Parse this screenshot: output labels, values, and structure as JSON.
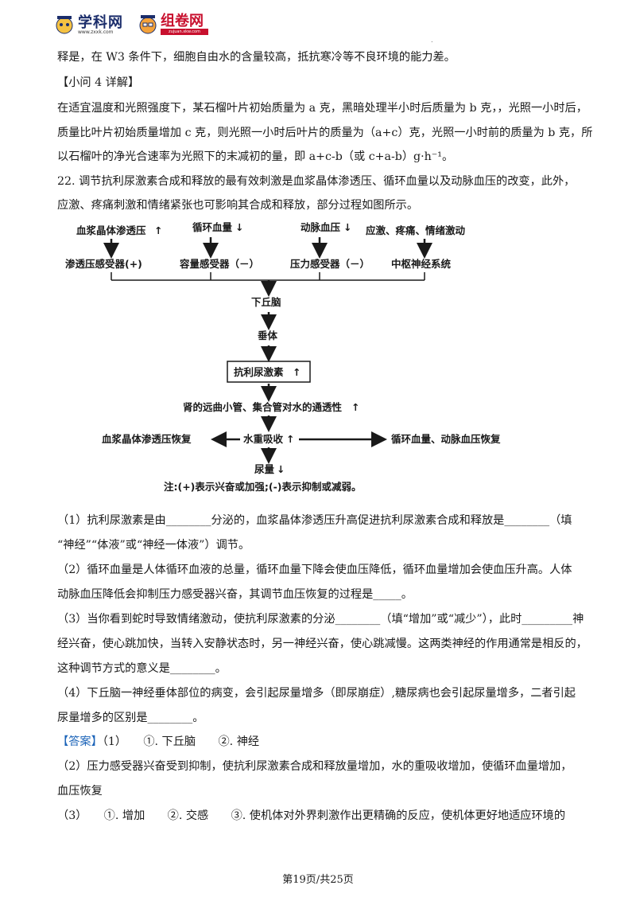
{
  "header": {
    "logo1_text": "学科网",
    "logo1_sub": "www.zxxk.com",
    "logo2_text": "组卷网",
    "logo2_sub": "zujuan.xkw.com"
  },
  "lines": {
    "l1": "释是，在 W3 条件下，细胞自由水的含量较高，抵抗寒冷等不良环境的能力差。",
    "l2": "【小问 4 详解】",
    "l3": "在适宜温度和光照强度下，某石榴叶片初始质量为 a 克，黑暗处理半小时后质量为 b 克，，光照一小时后，",
    "l4": "质量比叶片初始质量增加 c 克，则光照一小时后叶片的质量为（a+c）克，光照一小时前的质量为 b 克，所",
    "l5": "以石榴叶的净光合速率为光照下的末减初的量，即 a+c-b（或 c+a-b）g·h⁻¹。",
    "l6": "22. 调节抗利尿激素合成和释放的最有效刺激是血浆晶体渗透压、循环血量以及动脉血压的改变，此外，",
    "l7": "应激、疼痛刺激和情绪紧张也可影响其合成和释放，部分过程如图所示。",
    "q1a": "（1）抗利尿激素是由________分泌的，血浆晶体渗透压升高促进抗利尿激素合成和释放是________（填",
    "q1b": "“神经”“体液”或“神经一体液”）调节。",
    "q2a": "（2）循环血量是人体循环血液的总量，循环血量下降会使血压降低，循环血量增加会使血压升高。人体",
    "q2b": "动脉血压降低会抑制压力感受器兴奋，其调节血压恢复的过程是_____。",
    "q3a": "（3）当你看到蛇时导致情绪激动，使抗利尿激素的分泌________（填“增加”或“减少”），此时_________神",
    "q3b": "经兴奋，使心跳加快，当转入安静状态时，另一神经兴奋，使心跳减慢。这两类神经的作用通常是相反的，",
    "q3c": "这种调节方式的意义是________。",
    "q4a": "（4）下丘脑一神经垂体部位的病变，会引起尿量增多（即尿崩症）,糖尿病也会引起尿量增多，二者引起",
    "q4b": "尿量增多的区别是________。",
    "a1_label": "【答案】",
    "a1_text": "（1）　　①. 下丘脑　　②. 神经",
    "a2a": "（2）压力感受器兴奋受到抑制，使抗利尿激素合成和释放量增加，水的重吸收增加，使循环血量增加，",
    "a2b": "血压恢复",
    "a3a": "（3）　　①. 增加　　②. 交感　　③. 使机体对外界刺激作出更精确的反应，使机体更好地适应环境的"
  },
  "diagram": {
    "src1": "血浆晶体渗透压",
    "src2": "循环血量",
    "src3": "动脉血压",
    "src4": "应激、疼痛、情绪激动",
    "rec1": "渗透压感受器(+)",
    "rec2": "容量感受器（－）",
    "rec3": "压力感受器（－）",
    "rec4": "中枢神经系统",
    "hypo": "下丘脑",
    "pit": "垂体",
    "adh": "抗利尿激素",
    "perm": "肾的远曲小管、集合管对水的通透性",
    "reabs": "水重吸收",
    "left_out": "血浆晶体渗透压恢复",
    "right_out": "循环血量、动脉血压恢复",
    "urine": "尿量",
    "note": "注:(+)表示兴奋或加强;(-)表示抑制或减弱。"
  },
  "footer": {
    "page": "第19页/共25页"
  }
}
